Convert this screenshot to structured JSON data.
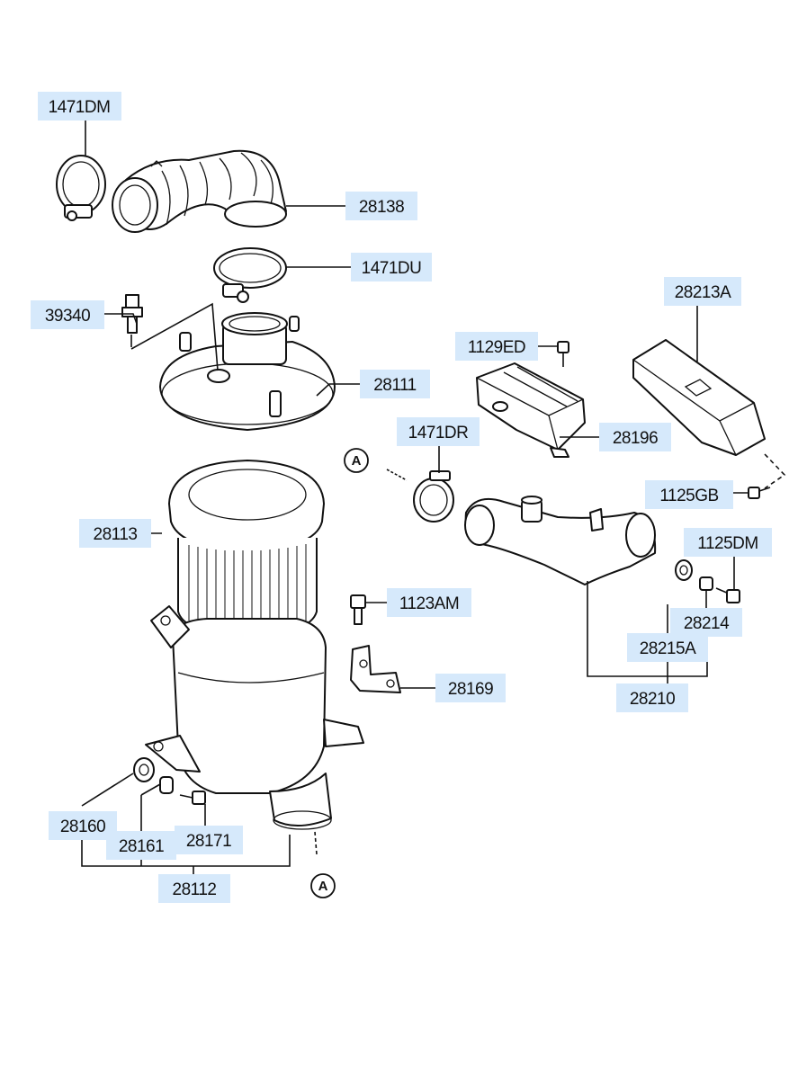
{
  "callouts": [
    {
      "id": "c-1471dm",
      "text": "1471DM"
    },
    {
      "id": "c-28138",
      "text": "28138"
    },
    {
      "id": "c-1471du",
      "text": "1471DU"
    },
    {
      "id": "c-39340",
      "text": "39340"
    },
    {
      "id": "c-28111",
      "text": "28111"
    },
    {
      "id": "c-28213a",
      "text": "28213A"
    },
    {
      "id": "c-1129ed",
      "text": "1129ED"
    },
    {
      "id": "c-28196",
      "text": "28196"
    },
    {
      "id": "c-1471dr",
      "text": "1471DR"
    },
    {
      "id": "c-1125gb",
      "text": "1125GB"
    },
    {
      "id": "c-28113",
      "text": "28113"
    },
    {
      "id": "c-1125dm",
      "text": "1125DM"
    },
    {
      "id": "c-1123am",
      "text": "1123AM"
    },
    {
      "id": "c-28214",
      "text": "28214"
    },
    {
      "id": "c-28215a",
      "text": "28215A"
    },
    {
      "id": "c-28169",
      "text": "28169"
    },
    {
      "id": "c-28210",
      "text": "28210"
    },
    {
      "id": "c-28160",
      "text": "28160"
    },
    {
      "id": "c-28161",
      "text": "28161"
    },
    {
      "id": "c-28171",
      "text": "28171"
    },
    {
      "id": "c-28112",
      "text": "28112"
    }
  ],
  "reference_marks": [
    {
      "id": "ref-a-top",
      "text": "A"
    },
    {
      "id": "ref-a-bottom",
      "text": "A"
    }
  ]
}
